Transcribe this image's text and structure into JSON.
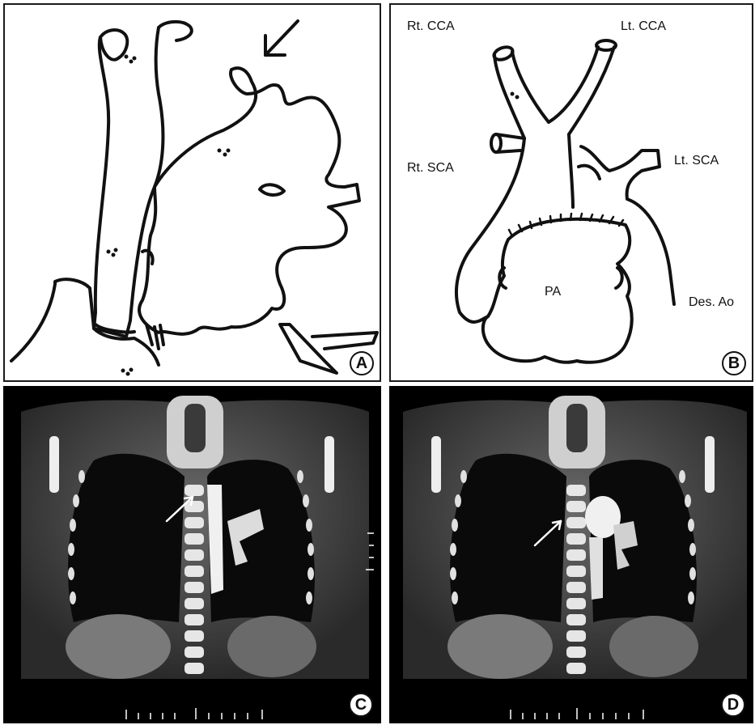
{
  "panels": {
    "a": {
      "letter": "A"
    },
    "b": {
      "letter": "B",
      "labels": {
        "rt_cca": "Rt. CCA",
        "lt_cca": "Lt. CCA",
        "rt_sca": "Rt. SCA",
        "lt_sca": "Lt. SCA",
        "pa": "PA",
        "des_ao": "Des. Ao"
      }
    },
    "c": {
      "letter": "C"
    },
    "d": {
      "letter": "D"
    }
  },
  "colors": {
    "stroke": "#111111",
    "background": "#ffffff",
    "scan_background": "#000000"
  }
}
